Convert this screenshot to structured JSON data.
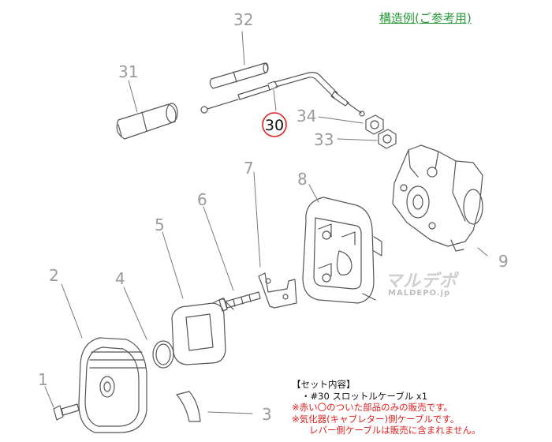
{
  "title": "構造例(ご参考用)",
  "highlight": {
    "part": "30",
    "color": "#e02020"
  },
  "parts": [
    "1",
    "2",
    "3",
    "4",
    "5",
    "6",
    "7",
    "8",
    "9",
    "30",
    "31",
    "32",
    "33",
    "34"
  ],
  "watermark": {
    "brand": "マルデポ",
    "site": "MALDEPO.jp"
  },
  "notes": {
    "heading": "【セット内容】",
    "item": "・#30 スロットルケーブル x1",
    "line1": "※赤い〇のついた部品のみの販売です。",
    "line2": "※気化器(キャブレター)側ケーブルです。",
    "line3": "レバー側ケーブルは販売に含まれません。"
  },
  "colors": {
    "title": "#2a9a3a",
    "line": "#555555",
    "label": "#9a9a9a",
    "note_red": "#e02020"
  }
}
